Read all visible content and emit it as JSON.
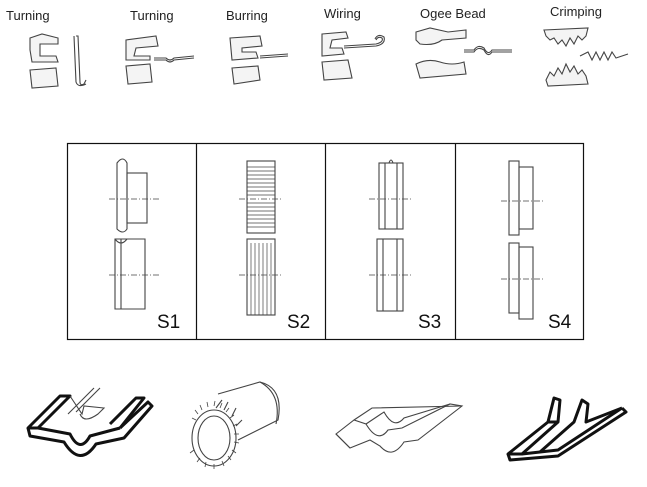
{
  "operations": [
    {
      "label": "Turning",
      "icon": "turning-profile-a-icon"
    },
    {
      "label": "Turning",
      "icon": "turning-profile-b-icon"
    },
    {
      "label": "Burring",
      "icon": "burring-profile-icon"
    },
    {
      "label": "Wiring",
      "icon": "wiring-profile-icon"
    },
    {
      "label": "Ogee Bead",
      "icon": "ogee-bead-profile-icon"
    },
    {
      "label": "Crimping",
      "icon": "crimping-profile-icon"
    }
  ],
  "roller_sets": [
    {
      "label": "S1",
      "icon": "roller-set-s1-icon"
    },
    {
      "label": "S2",
      "icon": "roller-set-s2-icon"
    },
    {
      "label": "S3",
      "icon": "roller-set-s3-icon"
    },
    {
      "label": "S4",
      "icon": "roller-set-s4-icon"
    }
  ],
  "results": [
    {
      "icon": "bead-fold-sheet-icon"
    },
    {
      "icon": "crimped-tube-icon"
    },
    {
      "icon": "ogee-bead-sheet-icon"
    },
    {
      "icon": "offset-joint-sheet-icon"
    }
  ]
}
